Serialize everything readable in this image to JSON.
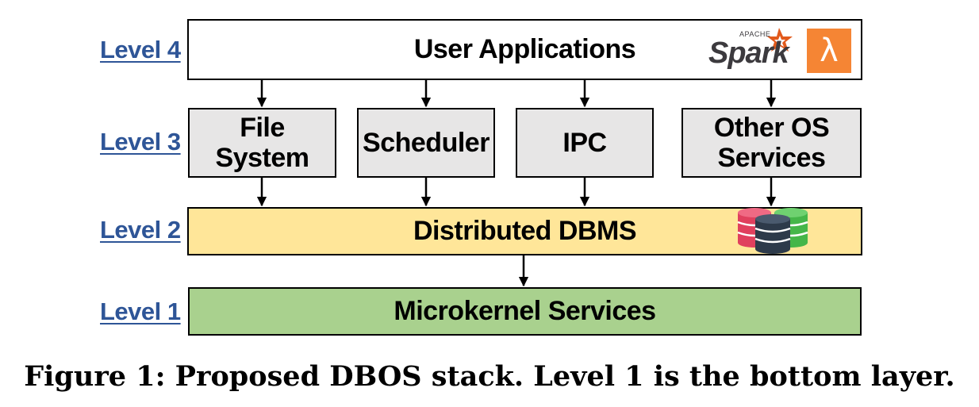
{
  "levels": [
    {
      "label": "Level 4"
    },
    {
      "label": "Level 3"
    },
    {
      "label": "Level 2"
    },
    {
      "label": "Level 1"
    }
  ],
  "level4": {
    "title": "User Applications",
    "logos": {
      "spark_small": "APACHE",
      "spark_word": "Spark",
      "lambda_glyph": "λ"
    }
  },
  "level3": {
    "services": [
      {
        "label": "File System"
      },
      {
        "label": "Scheduler"
      },
      {
        "label": "IPC"
      },
      {
        "label": "Other OS\nServices"
      }
    ]
  },
  "level2": {
    "title": "Distributed DBMS"
  },
  "level1": {
    "title": "Microkernel Services"
  },
  "caption": "Figure 1: Proposed DBOS stack. Level 1 is the bottom layer.",
  "colors": {
    "level_label": "#2e5597",
    "level4_fill": "#ffffff",
    "level3_fill": "#e7e6e6",
    "level2_fill": "#ffe699",
    "level1_fill": "#a9d18e",
    "lambda_bg": "#f58534",
    "spark_star": "#e25a1c",
    "db_red": "#e0405e",
    "db_green": "#45b649",
    "db_dark": "#2d3a4a"
  },
  "icons": [
    "apache-spark-logo",
    "aws-lambda-icon",
    "database-stack-icon",
    "down-arrow-icon"
  ]
}
